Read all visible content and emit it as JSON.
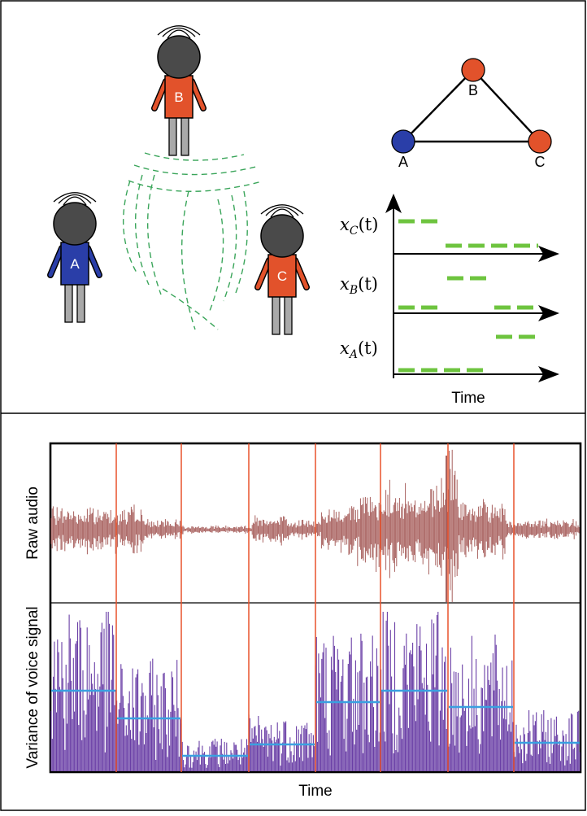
{
  "people": [
    {
      "id": "A",
      "label": "A",
      "color": "#2a3ea8"
    },
    {
      "id": "B",
      "label": "B",
      "color": "#e2522b"
    },
    {
      "id": "C",
      "label": "C",
      "color": "#e2522b"
    }
  ],
  "graph": {
    "nodes": [
      {
        "id": "A",
        "label": "A",
        "color": "#2a3ea8"
      },
      {
        "id": "B",
        "label": "B",
        "color": "#e2522b"
      },
      {
        "id": "C",
        "label": "C",
        "color": "#e2522b"
      }
    ],
    "edges": [
      [
        "A",
        "B"
      ],
      [
        "B",
        "C"
      ],
      [
        "A",
        "C"
      ]
    ]
  },
  "timeline": {
    "axis_label": "Time",
    "rows": [
      {
        "label": "x_C(t)",
        "base": "x",
        "sub": "C",
        "arg": "(t)"
      },
      {
        "label": "x_B(t)",
        "base": "x",
        "sub": "B",
        "arg": "(t)"
      },
      {
        "label": "x_A(t)",
        "base": "x",
        "sub": "A",
        "arg": "(t)"
      }
    ],
    "dash_color": "#6ec43f"
  },
  "bottom": {
    "raw_label": "Raw audio",
    "var_label": "Variance of voice signal",
    "time_label": "Time",
    "colors": {
      "raw": "#a8605e",
      "variance": "#6a3fa6",
      "mean": "#3aa0e0",
      "boundary": "#e8522b"
    },
    "segment_means": [
      0.5,
      0.33,
      0.1,
      0.17,
      0.43,
      0.5,
      0.4,
      0.18
    ]
  }
}
